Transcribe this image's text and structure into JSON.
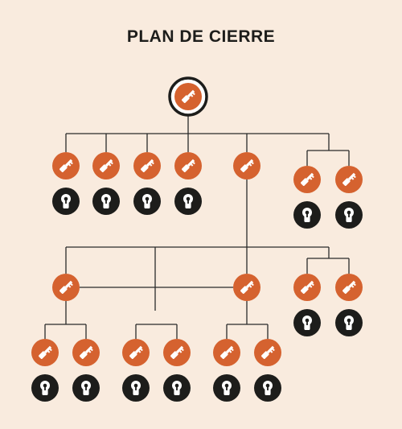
{
  "title": "PLAN DE CIERRE",
  "colors": {
    "background": "#f9ebde",
    "key_fill": "#d5622f",
    "cylinder_fill": "#1d1d1b",
    "line": "#2a2a2a",
    "glyph": "#ffffff"
  },
  "icons": {
    "key": "key-icon",
    "cylinder": "lock-cylinder-icon"
  },
  "tree": {
    "name": "master",
    "children": [
      {
        "name": "group-a-1",
        "cylinder": true
      },
      {
        "name": "group-a-2",
        "cylinder": true
      },
      {
        "name": "group-a-3",
        "cylinder": true
      },
      {
        "name": "group-a-4",
        "cylinder": true
      },
      {
        "name": "group-a-5",
        "children": [
          {
            "name": "sub-1",
            "children": [
              {
                "name": "sub-1-key-1",
                "cylinder": true
              },
              {
                "name": "sub-1-key-2",
                "cylinder": true
              }
            ]
          },
          {
            "name": "sub-2",
            "children": [
              {
                "name": "sub-2-key-1",
                "cylinder": true
              },
              {
                "name": "sub-2-key-2",
                "cylinder": true
              }
            ]
          },
          {
            "name": "sub-3",
            "children": [
              {
                "name": "sub-3-key-1",
                "cylinder": true
              },
              {
                "name": "sub-3-key-2",
                "cylinder": true
              }
            ]
          },
          {
            "name": "sub-4",
            "children": [
              {
                "name": "sub-4-key-1",
                "cylinder": true
              },
              {
                "name": "sub-4-key-2",
                "cylinder": true
              }
            ]
          }
        ]
      },
      {
        "name": "group-a-6",
        "children": [
          {
            "name": "group-a-6-key-1",
            "cylinder": true
          },
          {
            "name": "group-a-6-key-2",
            "cylinder": true
          }
        ]
      }
    ]
  }
}
